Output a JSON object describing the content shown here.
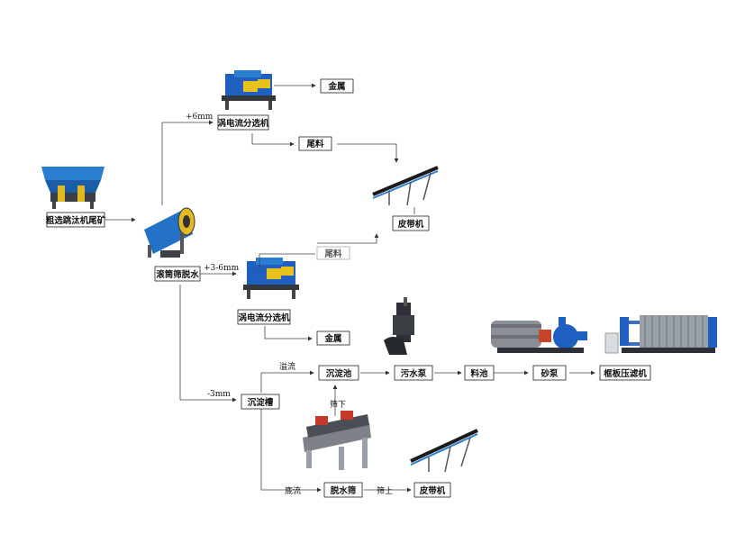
{
  "nodes": {
    "jig_tailings": "粗选跳汰机尾矿",
    "trommel": "滚筒筛脱水",
    "eddy_upper": "涡电流分选机",
    "metal_upper": "金属",
    "tailings_upper": "尾料",
    "belt_right": "皮带机",
    "tailings_mid": "尾料",
    "eddy_lower": "涡电流分选机",
    "metal_lower": "金属",
    "settling_tank": "沉淀槽",
    "settling_pond": "沉淀池",
    "sewage_pump": "污水泵",
    "slurry_pond": "料池",
    "sand_pump": "砂泵",
    "filter_press": "框板压滤机",
    "dewater_screen": "脱水筛",
    "belt_bottom": "皮带机"
  },
  "edges": {
    "plus6": "+6mm",
    "plus3_6": "+3-6mm",
    "minus3": "-3mm",
    "overflow": "溢流",
    "underflow": "底流",
    "undersize": "筛下",
    "oversize": "筛上"
  },
  "colors": {
    "machine_blue": "#1e5fbf",
    "machine_yellow": "#e8c21a",
    "machine_gray": "#8a8f96",
    "line": "#444444"
  }
}
